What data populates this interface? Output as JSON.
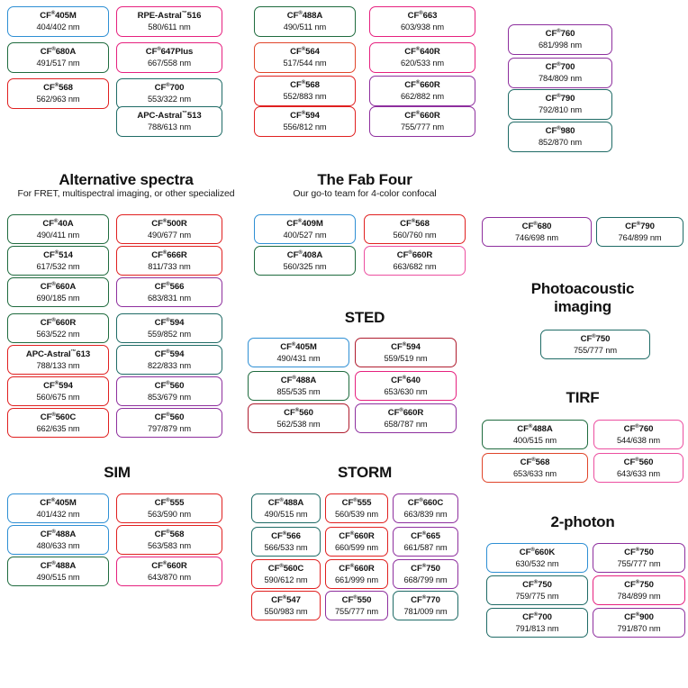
{
  "page": {
    "background": "#ffffff",
    "registered_mark": "®",
    "trademark_mark": "™",
    "unit_suffix": "nm"
  },
  "palette": {
    "blue": "#2e8fd4",
    "green": "#1f6b3e",
    "teal": "#1f6b66",
    "red": "#e02020",
    "orange_red": "#e0452a",
    "magenta": "#e6217f",
    "pink": "#ec4fa0",
    "purple": "#8e2f9e",
    "violet": "#7a2a8f",
    "dark_red": "#b01c2e"
  },
  "sections": [
    {
      "id": "top-unlabeled",
      "title": "",
      "subtitle": "",
      "columns": [
        {
          "id": "top-col-1",
          "chips": [
            {
              "name": "CF",
              "sup": "®",
              "suffix": "405M",
              "spec": "404/402 nm",
              "color": "#2e8fd4"
            },
            {
              "name": "CF",
              "sup": "®",
              "suffix": "680A",
              "spec": "491/517 nm",
              "color": "#1f6b3e"
            },
            {
              "name": "CF",
              "sup": "®",
              "suffix": "568",
              "spec": "562/963 nm",
              "color": "#e02020"
            }
          ]
        },
        {
          "id": "top-col-2",
          "chips": [
            {
              "name": "RPE-Astral",
              "sup": "™",
              "suffix": "516",
              "spec": "580/611 nm",
              "color": "#e6217f"
            },
            {
              "name": "CF",
              "sup": "®",
              "suffix": "647Plus",
              "spec": "667/558 nm",
              "color": "#e6217f"
            },
            {
              "name": "CF",
              "sup": "®",
              "suffix": "700",
              "spec": "553/322 nm",
              "color": "#1f6b66"
            },
            {
              "name": "APC-Astral",
              "sup": "™",
              "suffix": "513",
              "spec": "788/613 nm",
              "color": "#1f6b66"
            }
          ]
        },
        {
          "id": "top-col-3",
          "chips": [
            {
              "name": "CF",
              "sup": "®",
              "suffix": "488A",
              "spec": "490/511 nm",
              "color": "#1f6b3e"
            },
            {
              "name": "CF",
              "sup": "®",
              "suffix": "564",
              "spec": "517/544 nm",
              "color": "#e0452a"
            },
            {
              "name": "CF",
              "sup": "®",
              "suffix": "568",
              "spec": "552/883 nm",
              "color": "#e02020"
            },
            {
              "name": "CF",
              "sup": "®",
              "suffix": "594",
              "spec": "556/812 nm",
              "color": "#e02020"
            }
          ]
        },
        {
          "id": "top-col-4",
          "chips": [
            {
              "name": "CF",
              "sup": "®",
              "suffix": "663",
              "spec": "603/938 nm",
              "color": "#e6217f"
            },
            {
              "name": "CF",
              "sup": "®",
              "suffix": "640R",
              "spec": "620/533 nm",
              "color": "#e6217f"
            },
            {
              "name": "CF",
              "sup": "®",
              "suffix": "660R",
              "spec": "662/882 nm",
              "color": "#8e2f9e"
            },
            {
              "name": "CF",
              "sup": "®",
              "suffix": "660R",
              "spec": "755/777 nm",
              "color": "#8e2f9e"
            }
          ]
        },
        {
          "id": "top-col-5",
          "chips": [
            {
              "name": "CF",
              "sup": "®",
              "suffix": "760",
              "spec": "681/998 nm",
              "color": "#8e2f9e"
            },
            {
              "name": "CF",
              "sup": "®",
              "suffix": "700",
              "spec": "784/809 nm",
              "color": "#8e2f9e"
            },
            {
              "name": "CF",
              "sup": "®",
              "suffix": "790",
              "spec": "792/810 nm",
              "color": "#1f6b66"
            },
            {
              "name": "CF",
              "sup": "®",
              "suffix": "980",
              "spec": "852/870 nm",
              "color": "#1f6b66"
            }
          ]
        }
      ]
    },
    {
      "id": "alternative-spectra",
      "title": "Alternative spectra",
      "subtitle": "For FRET, multispectral imaging, or other specialized",
      "columns": [
        {
          "id": "alt-col-1",
          "chips": [
            {
              "name": "CF",
              "sup": "®",
              "suffix": "40A",
              "spec": "490/411 nm",
              "color": "#1f6b3e"
            },
            {
              "name": "CF",
              "sup": "®",
              "suffix": "514",
              "spec": "617/532 nm",
              "color": "#1f6b3e"
            },
            {
              "name": "CF",
              "sup": "®",
              "suffix": "660A",
              "spec": "690/185 nm",
              "color": "#1f6b3e"
            },
            {
              "name": "CF",
              "sup": "®",
              "suffix": "660R",
              "spec": "563/522 nm",
              "color": "#1f6b3e"
            },
            {
              "name": "APC-Astral",
              "sup": "™",
              "suffix": "613",
              "spec": "788/133 nm",
              "color": "#e02020"
            },
            {
              "name": "CF",
              "sup": "®",
              "suffix": "594",
              "spec": "560/675 nm",
              "color": "#e02020"
            },
            {
              "name": "CF",
              "sup": "®",
              "suffix": "560C",
              "spec": "662/635 nm",
              "color": "#e02020"
            }
          ]
        },
        {
          "id": "alt-col-2",
          "chips": [
            {
              "name": "CF",
              "sup": "®",
              "suffix": "500R",
              "spec": "490/677 nm",
              "color": "#e02020"
            },
            {
              "name": "CF",
              "sup": "®",
              "suffix": "666R",
              "spec": "811/733 nm",
              "color": "#e02020"
            },
            {
              "name": "CF",
              "sup": "®",
              "suffix": "566",
              "spec": "683/831 nm",
              "color": "#8e2f9e"
            },
            {
              "name": "CF",
              "sup": "®",
              "suffix": "594",
              "spec": "559/852 nm",
              "color": "#1f6b66"
            },
            {
              "name": "CF",
              "sup": "®",
              "suffix": "594",
              "spec": "822/833 nm",
              "color": "#1f6b66"
            },
            {
              "name": "CF",
              "sup": "®",
              "suffix": "560",
              "spec": "853/679 nm",
              "color": "#8e2f9e"
            },
            {
              "name": "CF",
              "sup": "®",
              "suffix": "560",
              "spec": "797/879 nm",
              "color": "#8e2f9e"
            }
          ]
        }
      ]
    },
    {
      "id": "fab-four",
      "title": "The Fab Four",
      "subtitle": "Our go-to team for 4-color confocal",
      "columns": [
        {
          "id": "fab-col-1",
          "chips": [
            {
              "name": "CF",
              "sup": "®",
              "suffix": "409M",
              "spec": "400/527 nm",
              "color": "#2e8fd4"
            },
            {
              "name": "CF",
              "sup": "®",
              "suffix": "408A",
              "spec": "560/325 nm",
              "color": "#1f6b3e"
            }
          ]
        },
        {
          "id": "fab-col-2",
          "chips": [
            {
              "name": "CF",
              "sup": "®",
              "suffix": "568",
              "spec": "560/760 nm",
              "color": "#e02020"
            },
            {
              "name": "CF",
              "sup": "®",
              "suffix": "660R",
              "spec": "663/682 nm",
              "color": "#ec4fa0"
            }
          ]
        }
      ]
    },
    {
      "id": "sted",
      "title": "STED",
      "subtitle": "",
      "columns": [
        {
          "id": "sted-col-1",
          "chips": [
            {
              "name": "CF",
              "sup": "®",
              "suffix": "405M",
              "spec": "490/431 nm",
              "color": "#2e8fd4"
            },
            {
              "name": "CF",
              "sup": "®",
              "suffix": "488A",
              "spec": "855/535 nm",
              "color": "#1f6b3e"
            },
            {
              "name": "CF",
              "sup": "®",
              "suffix": "560",
              "spec": "562/538 nm",
              "color": "#b01c2e"
            }
          ]
        },
        {
          "id": "sted-col-2",
          "chips": [
            {
              "name": "CF",
              "sup": "®",
              "suffix": "594",
              "spec": "559/519 nm",
              "color": "#b01c2e"
            },
            {
              "name": "CF",
              "sup": "®",
              "suffix": "640",
              "spec": "653/630 nm",
              "color": "#e6217f"
            },
            {
              "name": "CF",
              "sup": "®",
              "suffix": "660R",
              "spec": "658/787 nm",
              "color": "#8e2f9e"
            }
          ]
        }
      ]
    },
    {
      "id": "sim",
      "title": "SIM",
      "subtitle": "",
      "columns": [
        {
          "id": "sim-col-1",
          "chips": [
            {
              "name": "CF",
              "sup": "®",
              "suffix": "405M",
              "spec": "401/432 nm",
              "color": "#2e8fd4"
            },
            {
              "name": "CF",
              "sup": "®",
              "suffix": "488A",
              "spec": "480/633 nm",
              "color": "#2e8fd4"
            },
            {
              "name": "CF",
              "sup": "®",
              "suffix": "488A",
              "spec": "490/515 nm",
              "color": "#1f6b3e"
            }
          ]
        },
        {
          "id": "sim-col-2",
          "chips": [
            {
              "name": "CF",
              "sup": "®",
              "suffix": "555",
              "spec": "563/590 nm",
              "color": "#e02020"
            },
            {
              "name": "CF",
              "sup": "®",
              "suffix": "568",
              "spec": "563/583 nm",
              "color": "#e02020"
            },
            {
              "name": "CF",
              "sup": "®",
              "suffix": "660R",
              "spec": "643/870 nm",
              "color": "#e6217f"
            }
          ]
        }
      ]
    },
    {
      "id": "storm",
      "title": "STORM",
      "subtitle": "",
      "columns": [
        {
          "id": "storm-col-1",
          "chips": [
            {
              "name": "CF",
              "sup": "®",
              "suffix": "488A",
              "spec": "490/515 nm",
              "color": "#1f6b66"
            },
            {
              "name": "CF",
              "sup": "®",
              "suffix": "566",
              "spec": "566/533 nm",
              "color": "#1f6b66"
            },
            {
              "name": "CF",
              "sup": "®",
              "suffix": "560C",
              "spec": "590/612 nm",
              "color": "#e02020"
            },
            {
              "name": "CF",
              "sup": "®",
              "suffix": "547",
              "spec": "550/983 nm",
              "color": "#e02020"
            }
          ]
        },
        {
          "id": "storm-col-2",
          "chips": [
            {
              "name": "CF",
              "sup": "®",
              "suffix": "555",
              "spec": "560/539 nm",
              "color": "#e02020"
            },
            {
              "name": "CF",
              "sup": "®",
              "suffix": "660R",
              "spec": "660/599 nm",
              "color": "#e02020"
            },
            {
              "name": "CF",
              "sup": "®",
              "suffix": "660R",
              "spec": "661/999 nm",
              "color": "#e02020"
            },
            {
              "name": "CF",
              "sup": "®",
              "suffix": "550",
              "spec": "755/777 nm",
              "color": "#8e2f9e"
            }
          ]
        },
        {
          "id": "storm-col-3",
          "chips": [
            {
              "name": "CF",
              "sup": "®",
              "suffix": "660C",
              "spec": "663/839 nm",
              "color": "#8e2f9e"
            },
            {
              "name": "CF",
              "sup": "®",
              "suffix": "665",
              "spec": "661/587 nm",
              "color": "#8e2f9e"
            },
            {
              "name": "CF",
              "sup": "®",
              "suffix": "750",
              "spec": "668/799 nm",
              "color": "#8e2f9e"
            },
            {
              "name": "CF",
              "sup": "®",
              "suffix": "770",
              "spec": "781/009 nm",
              "color": "#1f6b66"
            }
          ]
        }
      ]
    },
    {
      "id": "right-unlabeled",
      "title": "",
      "subtitle": "",
      "columns": [
        {
          "id": "right-col-1",
          "chips": [
            {
              "name": "CF",
              "sup": "®",
              "suffix": "680",
              "spec": "746/698 nm",
              "color": "#8e2f9e"
            }
          ]
        },
        {
          "id": "right-col-2",
          "chips": [
            {
              "name": "CF",
              "sup": "®",
              "suffix": "790",
              "spec": "764/899 nm",
              "color": "#1f6b66"
            }
          ]
        }
      ]
    },
    {
      "id": "photoacoustic",
      "title_line1": "Photoacoustic",
      "title_line2": "imaging",
      "subtitle": "",
      "columns": [
        {
          "id": "pa-col-1",
          "chips": [
            {
              "name": "CF",
              "sup": "®",
              "suffix": "750",
              "spec": "755/777 nm",
              "color": "#1f6b66"
            }
          ]
        }
      ]
    },
    {
      "id": "tirf",
      "title": "TIRF",
      "subtitle": "",
      "columns": [
        {
          "id": "tirf-col-1",
          "chips": [
            {
              "name": "CF",
              "sup": "®",
              "suffix": "488A",
              "spec": "400/515 nm",
              "color": "#1f6b3e"
            },
            {
              "name": "CF",
              "sup": "®",
              "suffix": "568",
              "spec": "653/633 nm",
              "color": "#e0452a"
            }
          ]
        },
        {
          "id": "tirf-col-2",
          "chips": [
            {
              "name": "CF",
              "sup": "®",
              "suffix": "760",
              "spec": "544/638 nm",
              "color": "#ec4fa0"
            },
            {
              "name": "CF",
              "sup": "®",
              "suffix": "560",
              "spec": "643/633 nm",
              "color": "#ec4fa0"
            }
          ]
        }
      ]
    },
    {
      "id": "two-photon",
      "title": "2-photon",
      "subtitle": "",
      "columns": [
        {
          "id": "tp-col-1",
          "chips": [
            {
              "name": "CF",
              "sup": "®",
              "suffix": "660K",
              "spec": "630/532 nm",
              "color": "#2e8fd4"
            },
            {
              "name": "CF",
              "sup": "®",
              "suffix": "750",
              "spec": "759/775 nm",
              "color": "#1f6b66"
            },
            {
              "name": "CF",
              "sup": "®",
              "suffix": "700",
              "spec": "791/813 nm",
              "color": "#1f6b66"
            }
          ]
        },
        {
          "id": "tp-col-2",
          "chips": [
            {
              "name": "CF",
              "sup": "®",
              "suffix": "750",
              "spec": "755/777 nm",
              "color": "#8e2f9e"
            },
            {
              "name": "CF",
              "sup": "®",
              "suffix": "750",
              "spec": "784/899 nm",
              "color": "#e6217f"
            },
            {
              "name": "CF",
              "sup": "®",
              "suffix": "900",
              "spec": "791/870 nm",
              "color": "#8e2f9e"
            }
          ]
        }
      ]
    }
  ],
  "layout": {
    "chip_w_default": 115,
    "chip_h_default": 33,
    "row_gap": 2
  }
}
